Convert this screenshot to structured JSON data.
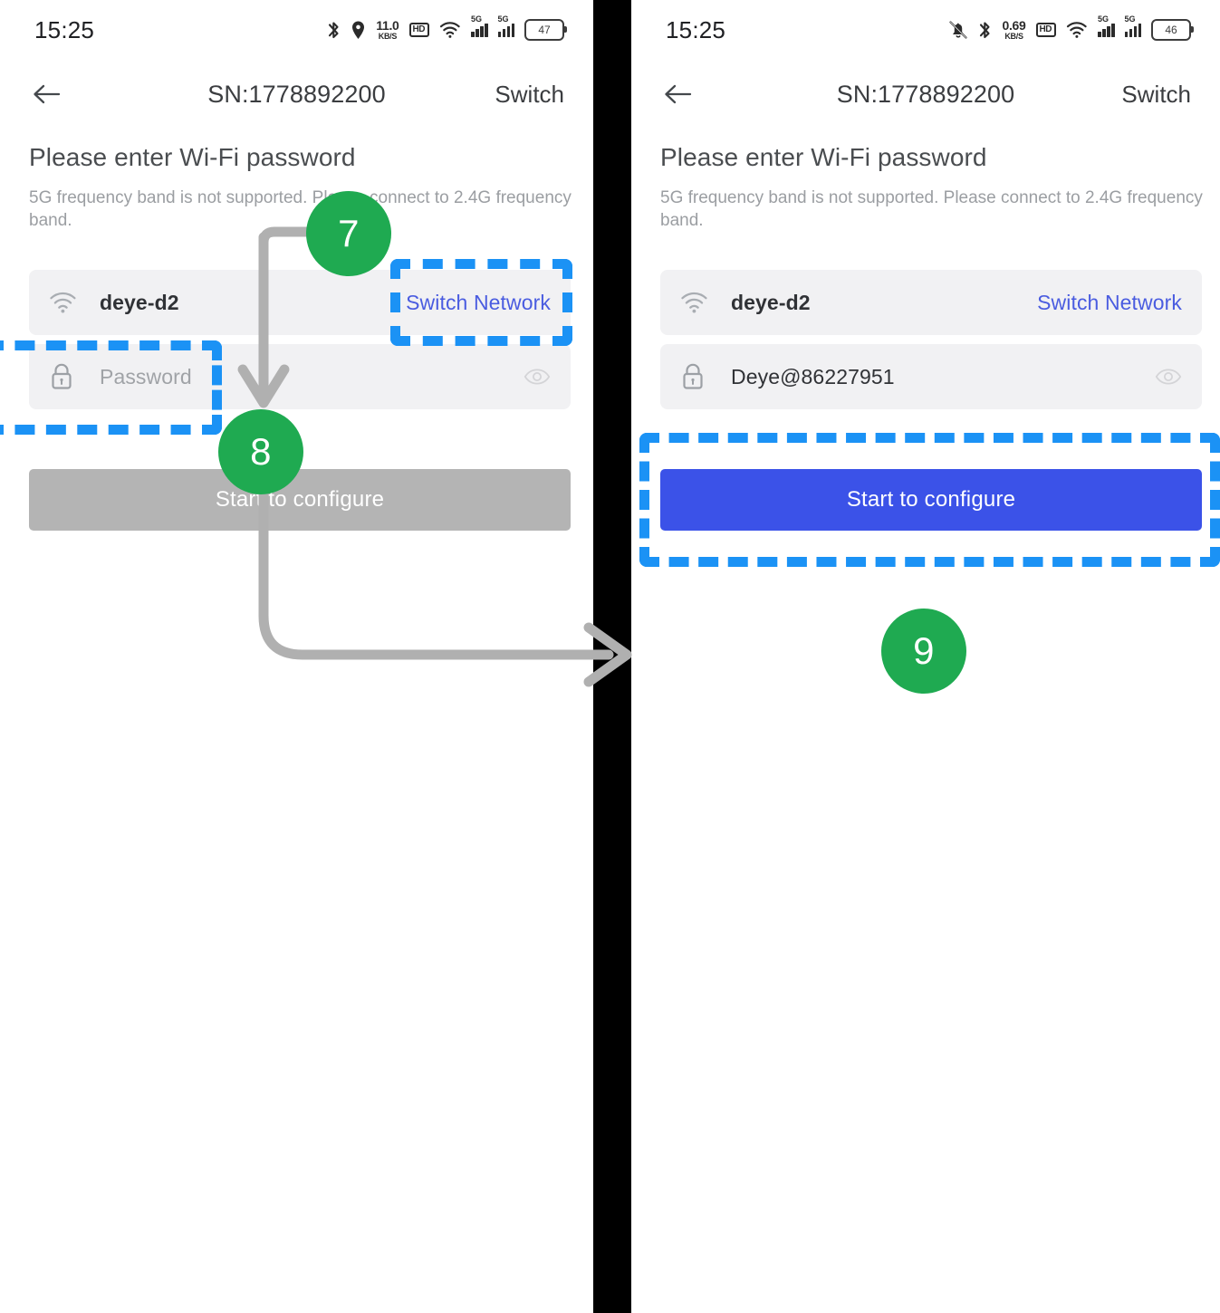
{
  "screens": [
    {
      "id": "step-before",
      "status_bar": {
        "clock": "15:25",
        "battery_level": "47",
        "net_rate": "11.0",
        "net_unit": "KB/S",
        "hd_label": "HD",
        "signal_label": "5G",
        "icons": [
          "bluetooth-icon",
          "location-icon",
          "network-speed",
          "hd-icon",
          "wifi-icon",
          "signal-5g-icon",
          "signal-5g-icon",
          "battery-icon"
        ]
      },
      "header": {
        "back_icon": "back-arrow-icon",
        "title": "SN:1778892200",
        "action_label": "Switch"
      },
      "body": {
        "heading": "Please enter Wi-Fi password",
        "hint": "5G frequency band is not supported. Please connect to 2.4G frequency band.",
        "wifi_row": {
          "icon": "wifi-icon",
          "ssid": "deye-d2",
          "switch_link": "Switch Network"
        },
        "password_row": {
          "icon": "lock-icon",
          "value": "",
          "placeholder": "Password",
          "reveal_icon": "eye-icon"
        },
        "configure_button": {
          "label": "Start to configure",
          "enabled": false,
          "color": "#b4b4b4"
        }
      }
    },
    {
      "id": "step-after",
      "status_bar": {
        "clock": "15:25",
        "battery_level": "46",
        "net_rate": "0.69",
        "net_unit": "KB/S",
        "hd_label": "HD",
        "signal_label": "5G",
        "icons": [
          "mute-bell-icon",
          "bluetooth-icon",
          "network-speed",
          "hd-icon",
          "wifi-icon",
          "signal-5g-icon",
          "signal-5g-icon",
          "battery-icon"
        ]
      },
      "header": {
        "back_icon": "back-arrow-icon",
        "title": "SN:1778892200",
        "action_label": "Switch"
      },
      "body": {
        "heading": "Please enter Wi-Fi password",
        "hint": "5G frequency band is not supported. Please connect to 2.4G frequency band.",
        "wifi_row": {
          "icon": "wifi-icon",
          "ssid": "deye-d2",
          "switch_link": "Switch Network"
        },
        "password_row": {
          "icon": "lock-icon",
          "value": "Deye@86227951",
          "placeholder": "Password",
          "reveal_icon": "eye-icon"
        },
        "configure_button": {
          "label": "Start to configure",
          "enabled": true,
          "color": "#3b52e8"
        }
      }
    }
  ],
  "annotations": {
    "highlight_color": "#1b92f5",
    "badge_color": "#1faa51",
    "flow_arrow_color": "#b0b0b0",
    "badges": [
      {
        "id": "badge-7",
        "label": "7",
        "targets": "switch-network-link"
      },
      {
        "id": "badge-8",
        "label": "8",
        "targets": "password-field"
      },
      {
        "id": "badge-9",
        "label": "9",
        "targets": "start-to-configure-button"
      }
    ],
    "highlights": [
      {
        "id": "hl-switch-network",
        "targets": "switch-network-link"
      },
      {
        "id": "hl-password",
        "targets": "password-field"
      },
      {
        "id": "hl-start-config",
        "targets": "start-to-configure-button"
      }
    ]
  }
}
